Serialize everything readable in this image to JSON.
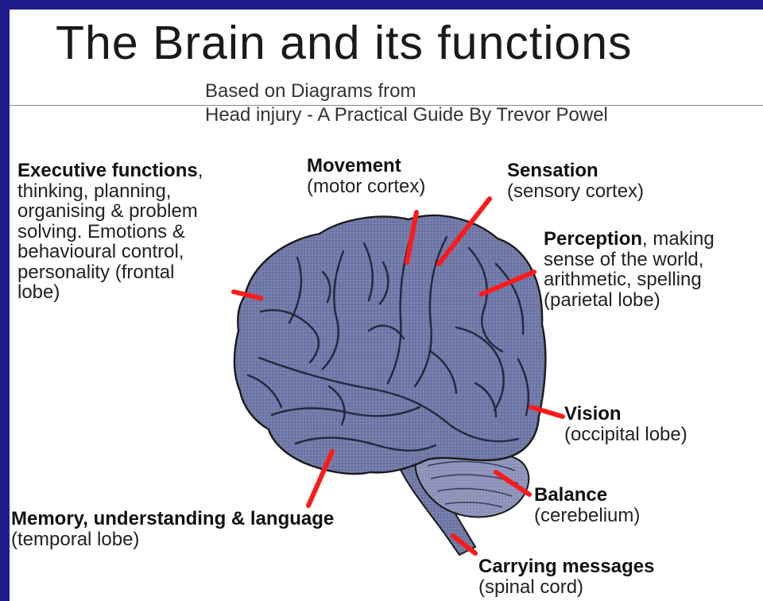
{
  "title": "The Brain and its functions",
  "subtitle": {
    "line1": "Based on Diagrams from",
    "line2": "Head injury - A Practical Guide By Trevor Powel"
  },
  "colors": {
    "frame": "#1c1c8c",
    "brain": "#6f78a6",
    "pointer": "#ff1a1a"
  },
  "labels": {
    "executive": {
      "bold": "Executive functions",
      "rest": ",",
      "lines": [
        "thinking, planning,",
        "organising & problem",
        "solving. Emotions &",
        "behavioural control,",
        "personality (frontal",
        "lobe)"
      ]
    },
    "movement": {
      "bold": "Movement",
      "rest": "",
      "lines": [
        "(motor cortex)"
      ]
    },
    "sensation": {
      "bold": "Sensation",
      "rest": "",
      "lines": [
        "(sensory cortex)"
      ]
    },
    "perception": {
      "bold": "Perception",
      "rest": ", making",
      "lines": [
        "sense of the world,",
        "arithmetic, spelling",
        "(parietal lobe)"
      ]
    },
    "vision": {
      "bold": "Vision",
      "rest": "",
      "lines": [
        "(occipital lobe)"
      ]
    },
    "balance": {
      "bold": "Balance",
      "rest": "",
      "lines": [
        "(cerebelium)"
      ]
    },
    "memory": {
      "bold": "Memory, understanding & language",
      "rest": "",
      "lines": [
        "(temporal lobe)"
      ]
    },
    "carrying": {
      "bold": "Carrying messages",
      "rest": "",
      "lines": [
        "(spinal cord)"
      ]
    }
  }
}
